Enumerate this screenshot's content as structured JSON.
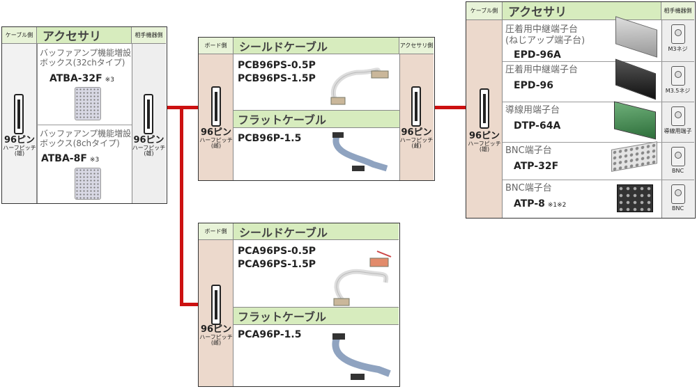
{
  "left": {
    "cable_side": "ケーブル側",
    "accessory": "アクセサリ",
    "device_side": "相手機器側",
    "items": [
      {
        "desc": "バッファアンプ機能増設\nボックス(32chタイプ)",
        "name": "ATBA-32F",
        "note": "※3"
      },
      {
        "desc": "バッファアンプ機能増設\nボックス(8chタイプ)",
        "name": "ATBA-8F",
        "note": "※3"
      }
    ],
    "pin": {
      "big": "96ピン",
      "sub1": "ハーフピッチ",
      "sub2": "(雄)"
    }
  },
  "mid_top": {
    "board_side": "ボード側",
    "shield": "シールドケーブル",
    "accessory_side": "アクセサリ側",
    "shield_items": [
      "PCB96PS-0.5P",
      "PCB96PS-1.5P"
    ],
    "flat": "フラットケーブル",
    "flat_items": [
      "PCB96P-1.5"
    ],
    "pin": {
      "big": "96ピン",
      "sub1": "ハーフピッチ",
      "sub2": "(雌)"
    },
    "pin_right": {
      "big": "96ピン",
      "sub1": "ハーフピッチ",
      "sub2": "(雌)"
    }
  },
  "mid_bottom": {
    "board_side": "ボード側",
    "shield": "シールドケーブル",
    "shield_items": [
      "PCA96PS-0.5P",
      "PCA96PS-1.5P"
    ],
    "flat": "フラットケーブル",
    "flat_items": [
      "PCA96P-1.5"
    ],
    "pin": {
      "big": "96ピン",
      "sub1": "ハーフピッチ",
      "sub2": "(雌)"
    }
  },
  "right": {
    "cable_side": "ケーブル側",
    "accessory": "アクセサリ",
    "device_side": "相手機器側",
    "pin": {
      "big": "96ピン",
      "sub1": "ハーフピッチ",
      "sub2": "(雄)"
    },
    "items": [
      {
        "desc": "圧着用中継端子台\n(ねじアップ端子台)",
        "name": "EPD-96A",
        "note": "",
        "dev": "M3ネジ"
      },
      {
        "desc": "圧着用中継端子台",
        "name": "EPD-96",
        "note": "",
        "dev": "M3.5ネジ"
      },
      {
        "desc": "導線用端子台",
        "name": "DTP-64A",
        "note": "",
        "dev": "導線用端子"
      },
      {
        "desc": "BNC端子台",
        "name": "ATP-32F",
        "note": "",
        "dev": "BNC"
      },
      {
        "desc": "BNC端子台",
        "name": "ATP-8",
        "note": "※1※2",
        "dev": "BNC"
      }
    ]
  },
  "colors": {
    "line": "#cc1111",
    "header": "#d7ecbe",
    "pink": "#ecd9cc"
  }
}
